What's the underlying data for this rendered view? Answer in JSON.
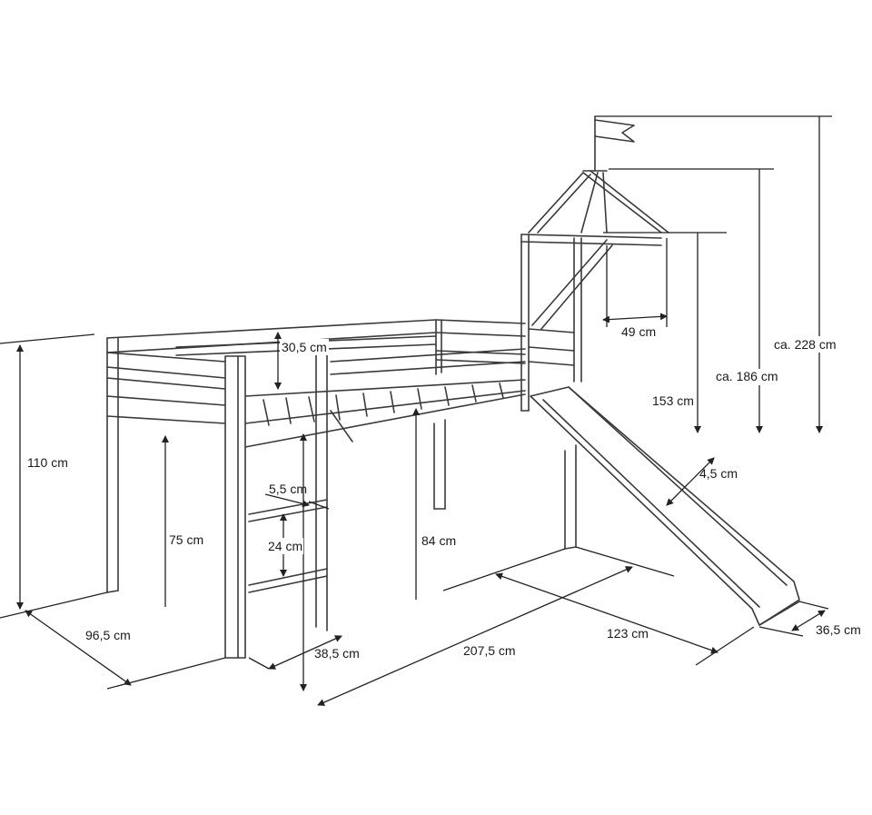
{
  "diagram": {
    "line_color": "#3a3a3a",
    "background": "#ffffff",
    "dimensions": {
      "height_total": "110 cm",
      "depth": "96,5 cm",
      "under_bed_clearance": "75 cm",
      "rung_thickness": "5,5 cm",
      "rung_spacing": "24 cm",
      "ladder_width": "38,5 cm",
      "guard_rail_height": "30,5 cm",
      "center_clearance": "84 cm",
      "length": "207,5 cm",
      "slide_length": "123 cm",
      "slide_width": "36,5 cm",
      "slide_wall": "4,5 cm",
      "tower_width": "49 cm",
      "tower_roof_base": "153 cm",
      "tower_roof_top": "ca. 186 cm",
      "flag_top": "ca. 228 cm"
    }
  }
}
